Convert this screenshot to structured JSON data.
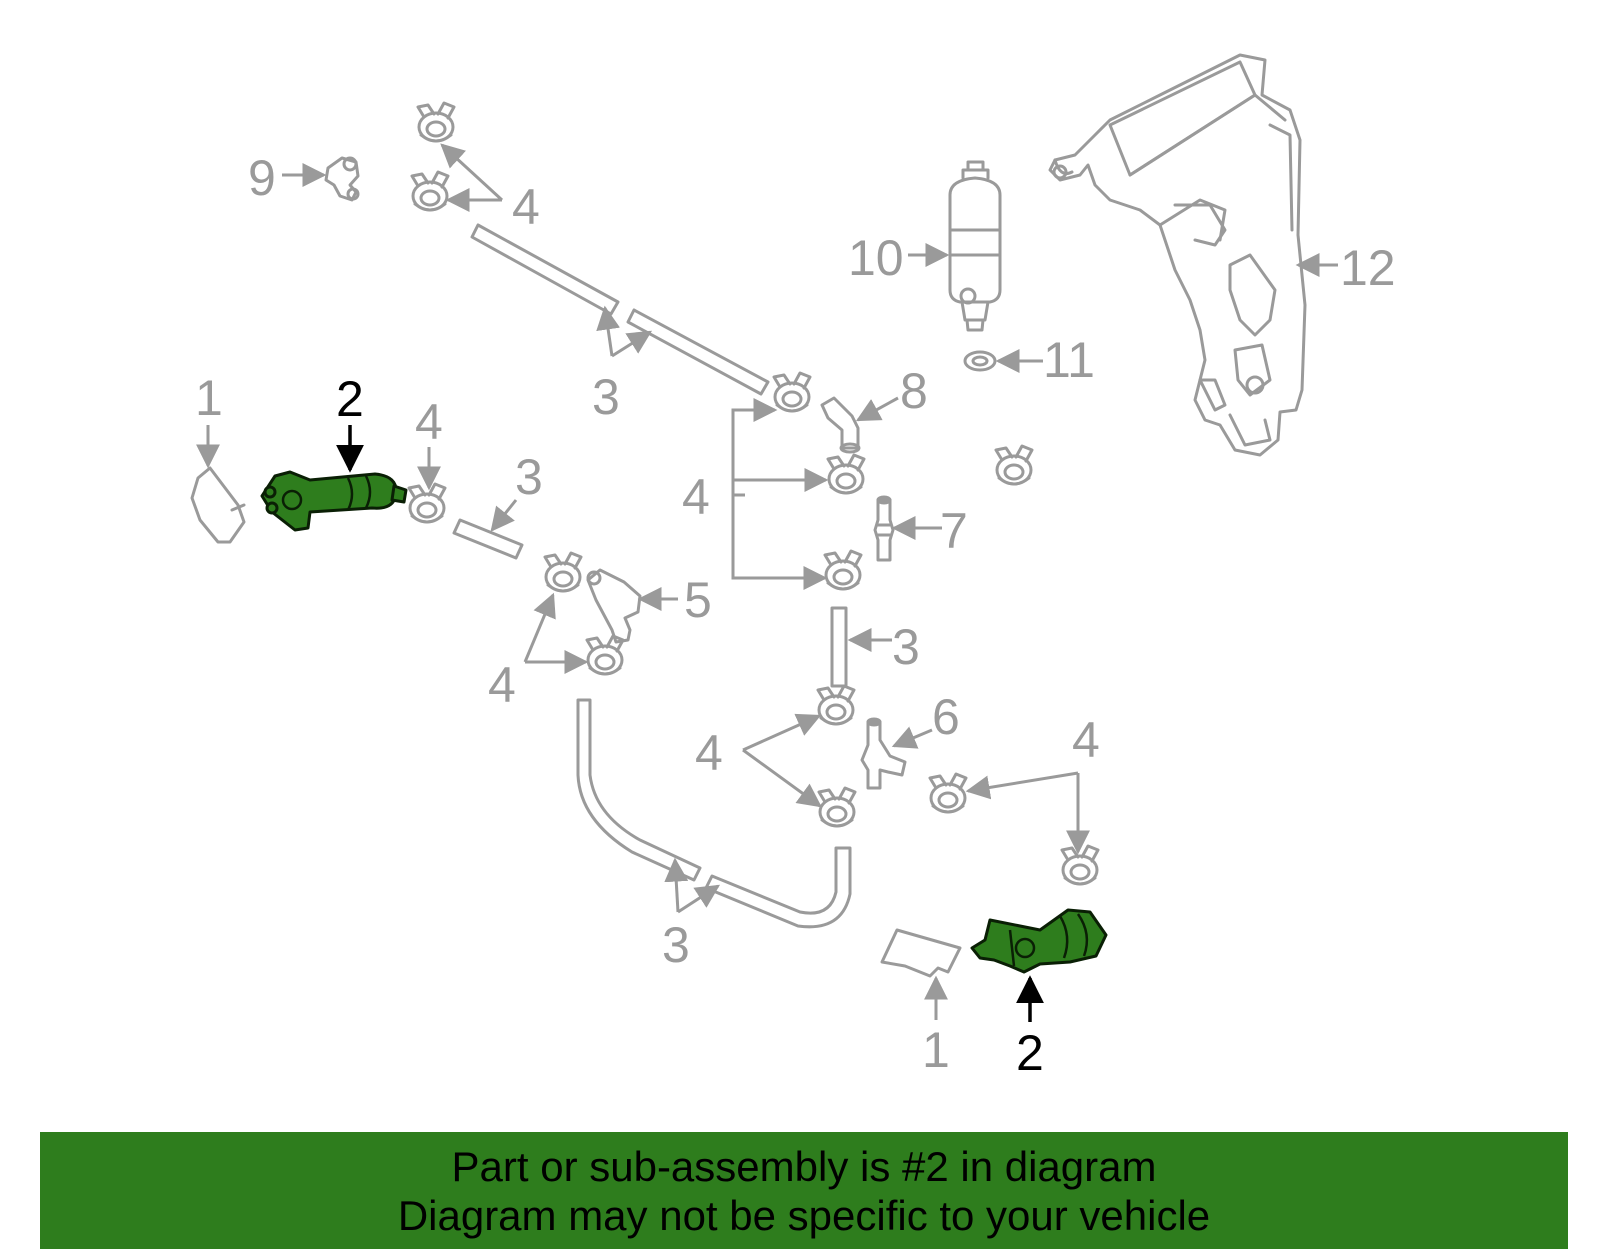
{
  "callouts": {
    "c1a": "1",
    "c1b": "1",
    "c2a": "2",
    "c2b": "2",
    "c3a": "3",
    "c3b": "3",
    "c3c": "3",
    "c3d": "3",
    "c4a": "4",
    "c4b": "4",
    "c4c": "4",
    "c4d": "4",
    "c4e": "4",
    "c4f": "4",
    "c5": "5",
    "c6": "6",
    "c7": "7",
    "c8": "8",
    "c9": "9",
    "c10": "10",
    "c11": "11",
    "c12": "12"
  },
  "banner": {
    "line1": "Part or sub-assembly is #2 in diagram",
    "line2": "Diagram may not be specific to your vehicle"
  },
  "colors": {
    "highlight": "#2e7d1d",
    "linework": "#9a9a9a",
    "highlight_callout": "#000000"
  }
}
